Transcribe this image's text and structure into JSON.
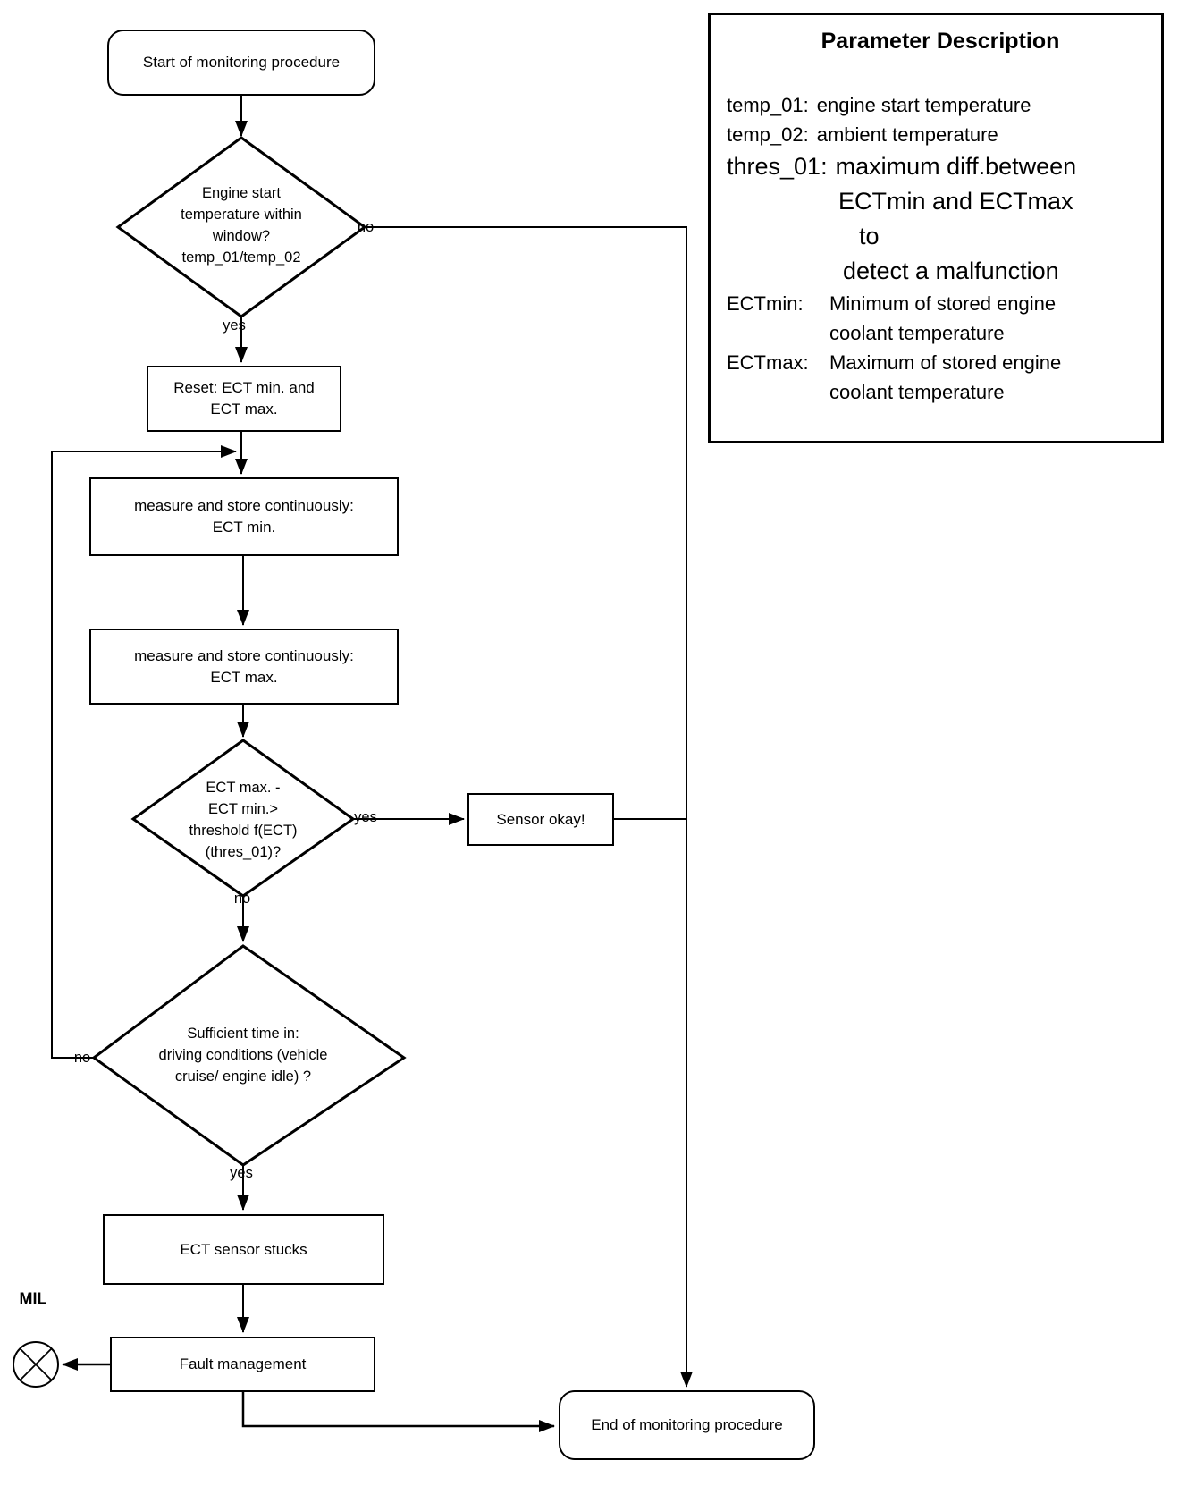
{
  "colors": {
    "stroke": "#000000",
    "background": "#ffffff",
    "text": "#000000"
  },
  "diagram": {
    "nodes": {
      "start": {
        "label": "Start of monitoring procedure"
      },
      "engine_window_check": {
        "lines": [
          "Engine start",
          "temperature within",
          "window?",
          "temp_01/temp_02"
        ]
      },
      "reset": {
        "lines": [
          "Reset: ECT min. and",
          "ECT max."
        ]
      },
      "measure_min": {
        "lines": [
          "measure and store continuously:",
          "ECT min."
        ]
      },
      "measure_max": {
        "lines": [
          "measure and store continuously:",
          "ECT max."
        ]
      },
      "threshold_check": {
        "lines": [
          "ECT max. -",
          "ECT min.>",
          "threshold f(ECT)",
          "(thres_01)?"
        ]
      },
      "sensor_okay": {
        "label": "Sensor okay!"
      },
      "time_check": {
        "lines": [
          "Sufficient time in:",
          "driving conditions (vehicle",
          "cruise/ engine idle) ?"
        ]
      },
      "sensor_stuck": {
        "label": "ECT sensor stucks"
      },
      "fault_management": {
        "label": "Fault management"
      },
      "end": {
        "label": "End of monitoring procedure"
      },
      "mil": {
        "label": "MIL"
      }
    },
    "edge_labels": {
      "engine_window_no": "no",
      "engine_window_yes": "yes",
      "threshold_yes": "yes",
      "threshold_no": "no",
      "time_no": "no",
      "time_yes": "yes"
    }
  },
  "legend": {
    "title": "Parameter Description",
    "rows": [
      {
        "term": "temp_01:",
        "desc": "engine start temperature"
      },
      {
        "term": "temp_02:",
        "desc": "ambient temperature"
      },
      {
        "term": "thres_01:",
        "desc": "maximum diff.between",
        "cont": [
          "ECTmin and ECTmax",
          "to",
          "detect a malfunction"
        ]
      },
      {
        "term": "ECTmin:",
        "desc": "Minimum of stored engine",
        "cont": [
          "coolant temperature"
        ]
      },
      {
        "term": "ECTmax:",
        "desc": "Maximum of stored engine",
        "cont": [
          "coolant temperature"
        ]
      }
    ]
  }
}
